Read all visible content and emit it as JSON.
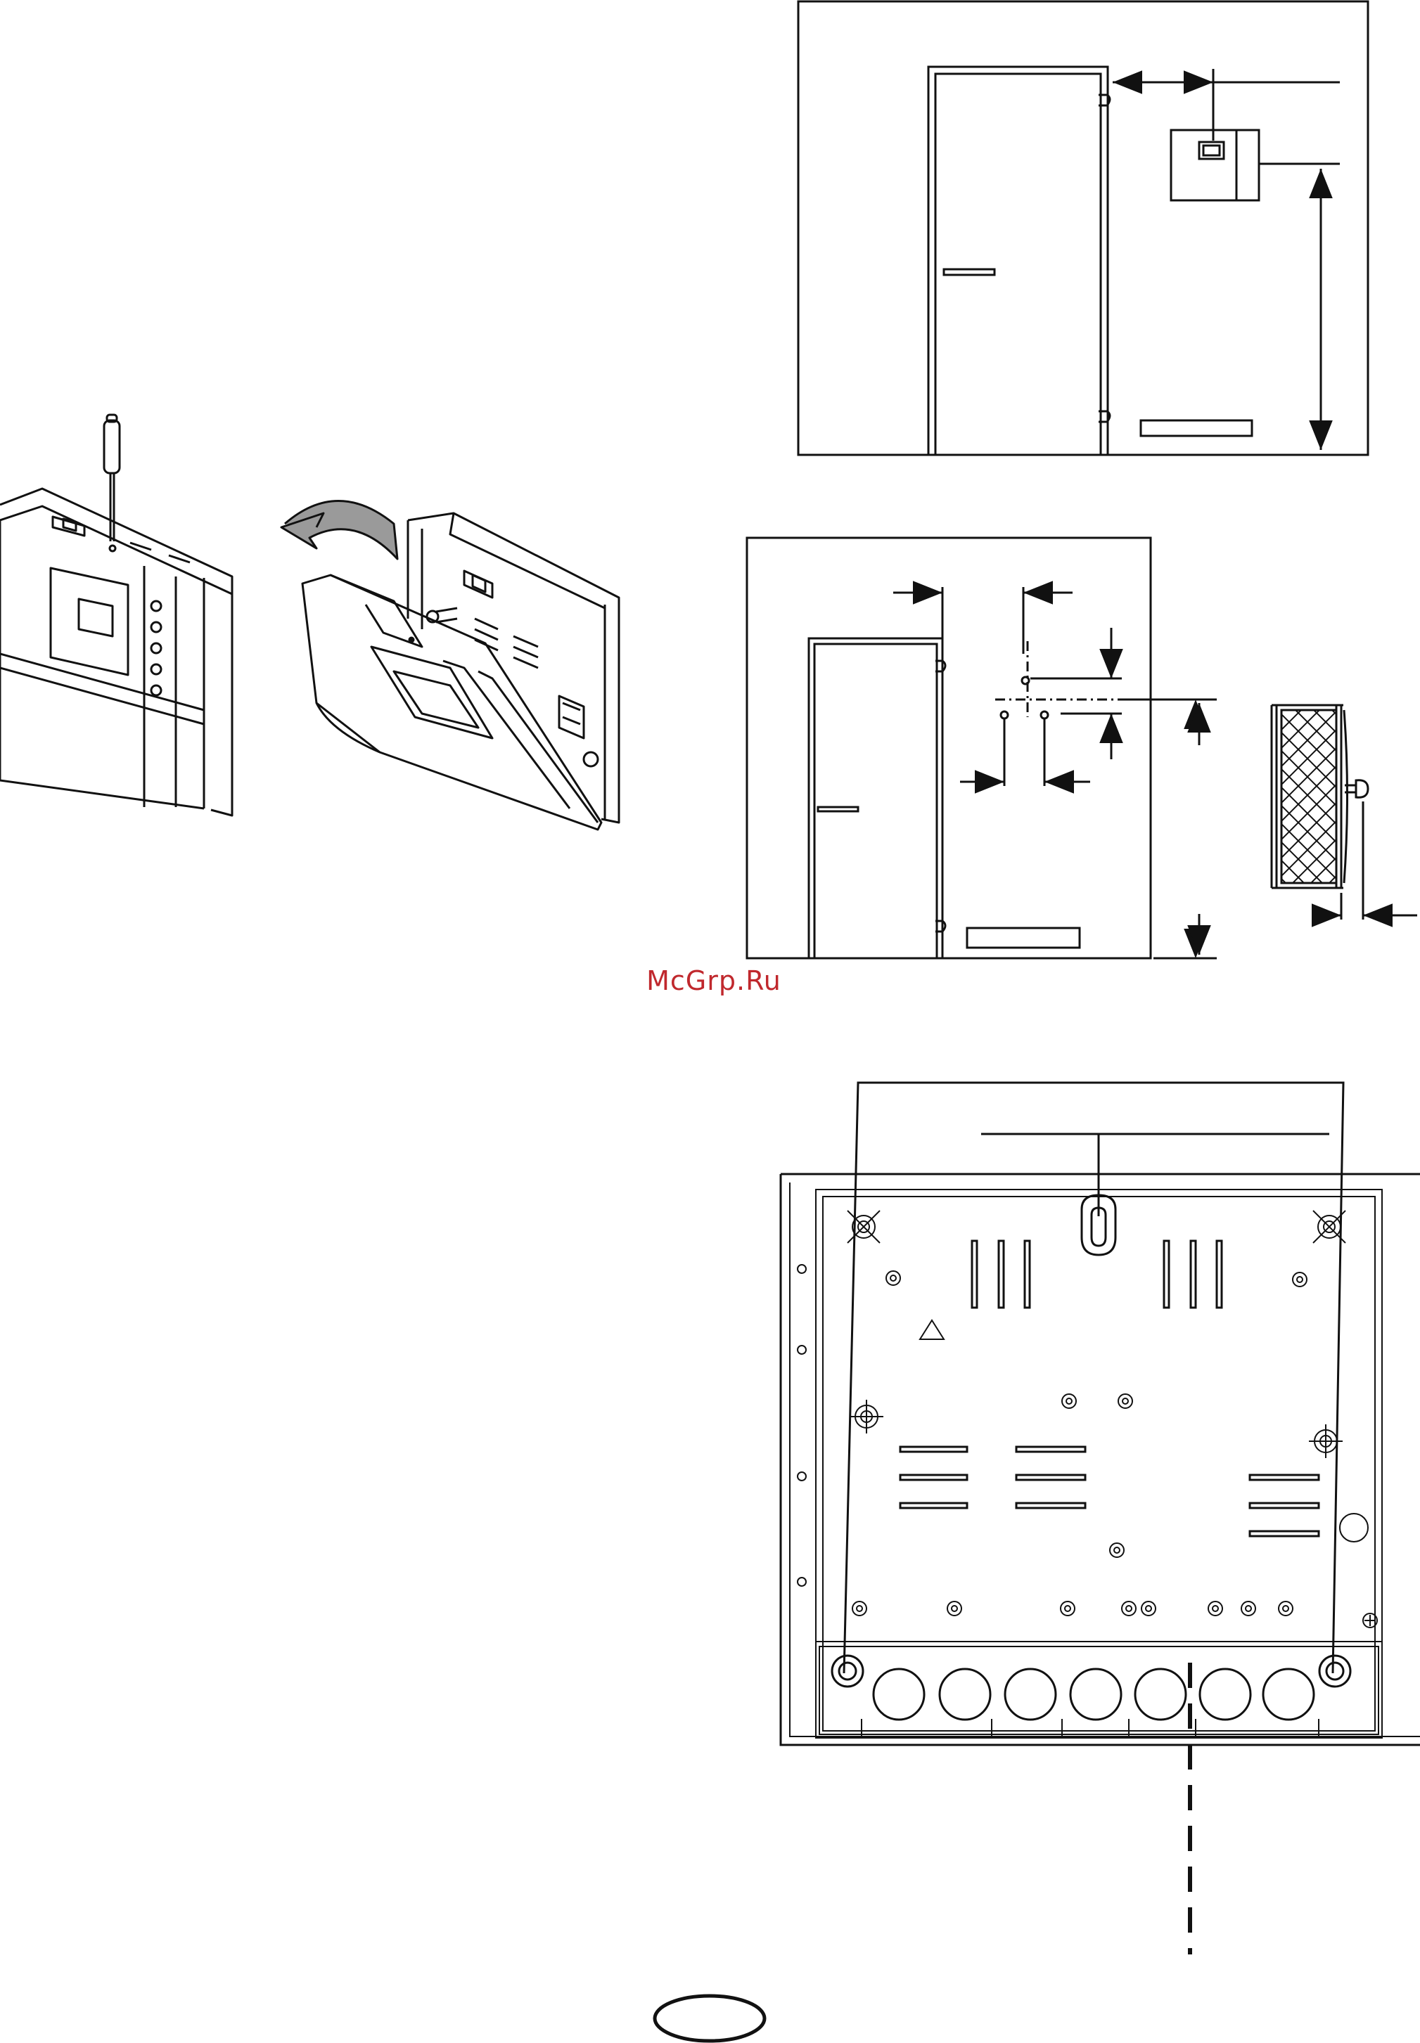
{
  "watermark": {
    "text": "McGrp.Ru",
    "color": "#c0282d"
  },
  "page": {
    "number": ""
  },
  "figures": [
    {
      "id": "control-unit-open",
      "icon": "screwdriver-icon"
    },
    {
      "id": "wall-position-elevation"
    },
    {
      "id": "mounting-holes-elevation"
    },
    {
      "id": "wall-section"
    },
    {
      "id": "housing-back-plate"
    }
  ],
  "colors": {
    "line": "#111111",
    "arrow-fill": "#9a9a9a",
    "accent": "#c0282d"
  }
}
